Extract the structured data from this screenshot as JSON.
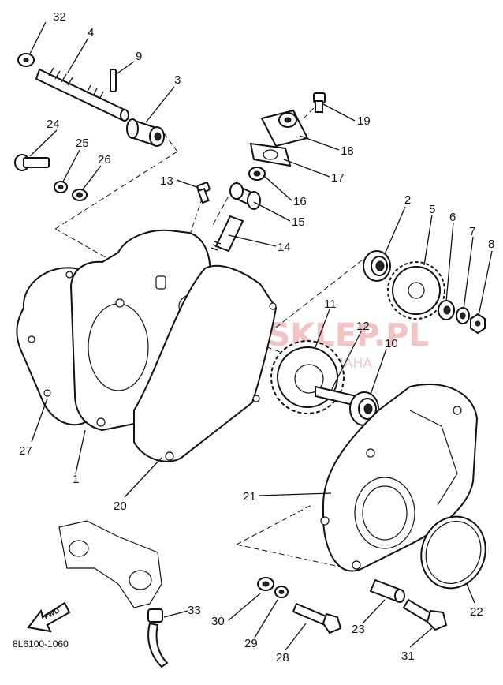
{
  "diagram": {
    "drawing_code": "8L6100-1060",
    "fwd_label": "FWD",
    "watermark": {
      "brand": "YAMA-SKLEP.PL",
      "subtitle": "...ECHOWIC... ...ER YAMAHA"
    },
    "callouts": [
      "32",
      "4",
      "9",
      "3",
      "24",
      "25",
      "26",
      "13",
      "19",
      "18",
      "17",
      "16",
      "15",
      "14",
      "2",
      "5",
      "6",
      "7",
      "8",
      "11",
      "12",
      "10",
      "27",
      "1",
      "20",
      "21",
      "22",
      "30",
      "29",
      "28",
      "23",
      "31",
      "33"
    ]
  }
}
